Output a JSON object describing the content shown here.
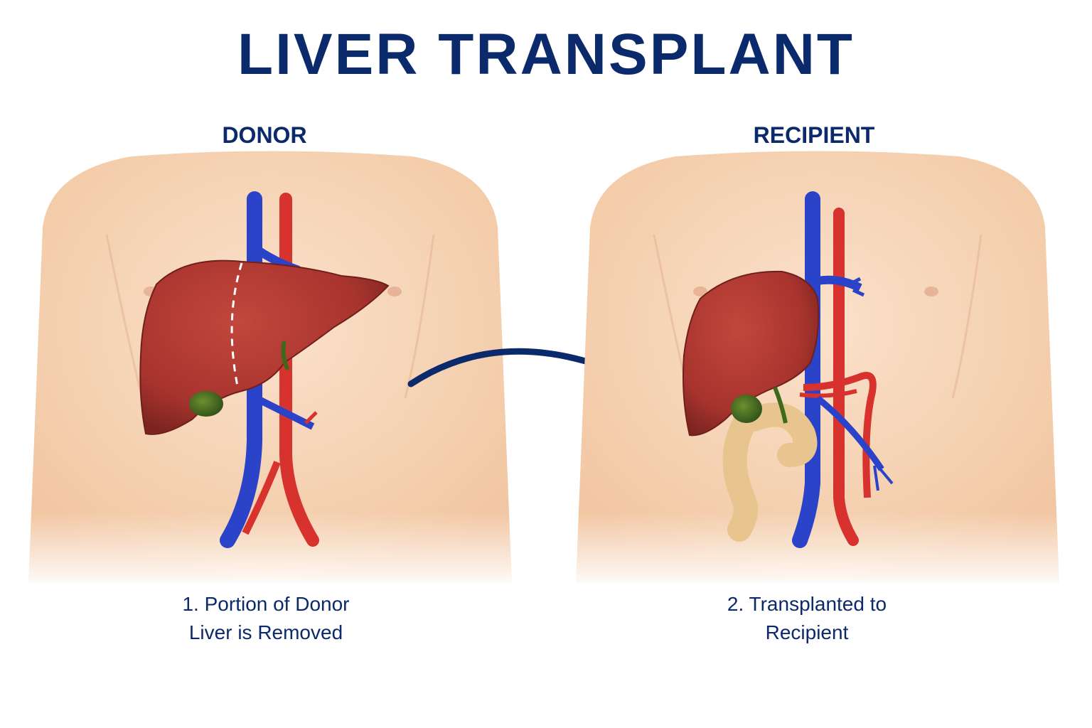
{
  "title": "LIVER TRANSPLANT",
  "donor": {
    "heading": "DONOR",
    "caption_line1": "1. Portion of Donor",
    "caption_line2": "Liver is Removed"
  },
  "recipient": {
    "heading": "RECIPIENT",
    "caption_line1": "2. Transplanted to",
    "caption_line2": "Recipient"
  },
  "colors": {
    "title": "#0b2a6b",
    "skin": "#f6d3b6",
    "liver": "#a8342e",
    "vein": "#2b43c8",
    "artery": "#d8322f",
    "gallbladder": "#3f6a1e",
    "intestine": "#e8c48e",
    "arrow": "#0b2a6b"
  },
  "icons": {
    "arrow": "curved-arrow-icon"
  }
}
